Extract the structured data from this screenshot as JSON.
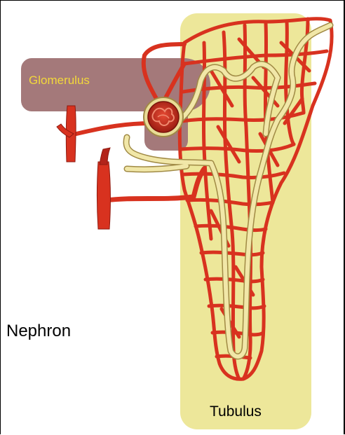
{
  "labels": {
    "glomerulus": "Glomerulus",
    "nephron": "Nephron",
    "tubulus": "Tubulus"
  },
  "colors": {
    "tubulus_region": "#ede79a",
    "glomerulus_region": "#a4797a",
    "glomerulus_label": "#f2d83b",
    "vessel": "#d8321f",
    "vessel_dark": "#8e1a10",
    "tubule": "#f1e7a8",
    "tubule_edge": "#a08a45"
  }
}
